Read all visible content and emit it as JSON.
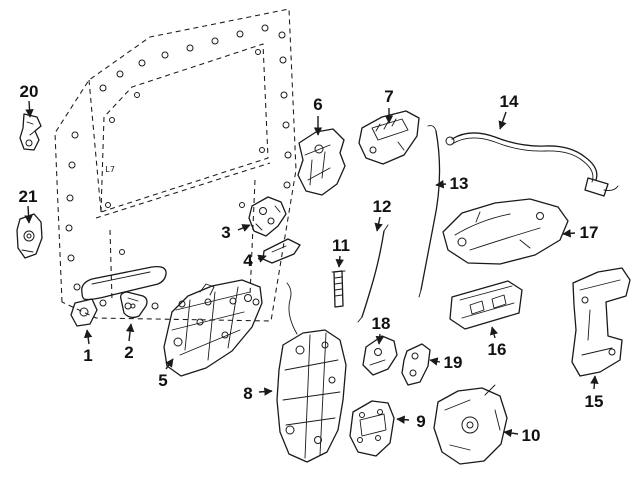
{
  "diagram": {
    "type": "exploded-parts-diagram",
    "background_color": "#ffffff",
    "line_color": "#1a1a1a",
    "door_marking": "L7"
  },
  "callouts": [
    {
      "label": "1"
    },
    {
      "label": "2"
    },
    {
      "label": "3"
    },
    {
      "label": "4"
    },
    {
      "label": "5"
    },
    {
      "label": "6"
    },
    {
      "label": "7"
    },
    {
      "label": "8"
    },
    {
      "label": "9"
    },
    {
      "label": "10"
    },
    {
      "label": "11"
    },
    {
      "label": "12"
    },
    {
      "label": "13"
    },
    {
      "label": "14"
    },
    {
      "label": "15"
    },
    {
      "label": "16"
    },
    {
      "label": "17"
    },
    {
      "label": "18"
    },
    {
      "label": "19"
    },
    {
      "label": "20"
    },
    {
      "label": "21"
    }
  ]
}
